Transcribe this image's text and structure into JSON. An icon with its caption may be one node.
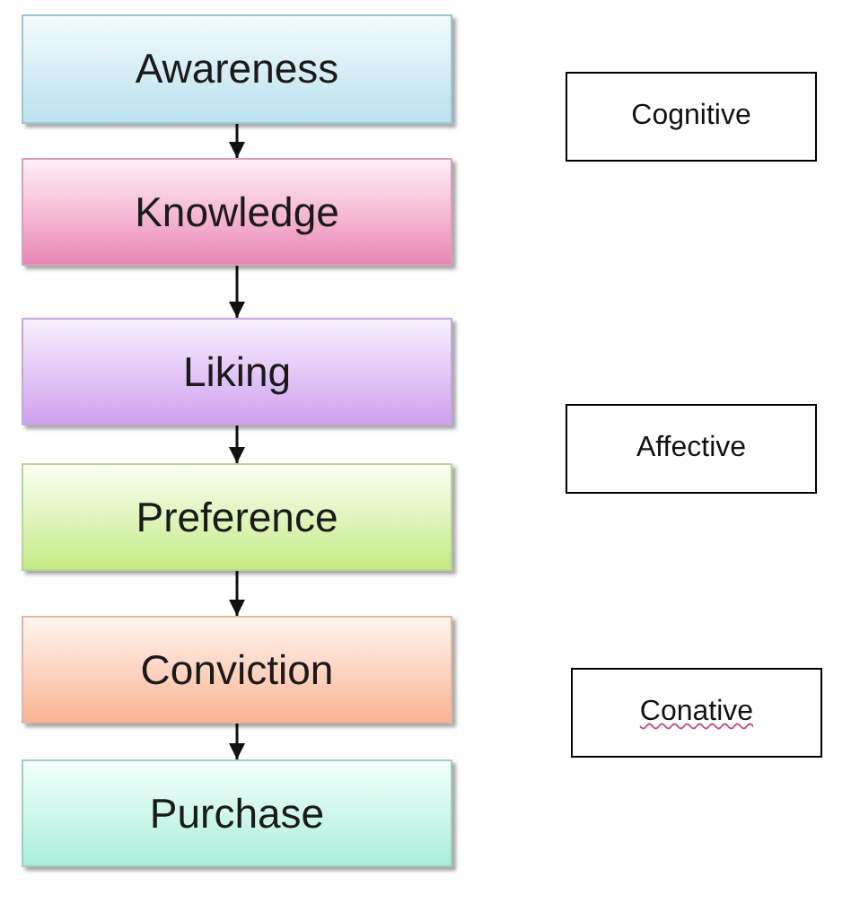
{
  "diagram": {
    "nodes": [
      {
        "text": [
          "Awareness"
        ]
      },
      {
        "text": [
          "Knowledge"
        ]
      },
      {
        "text": [
          "Liking"
        ]
      },
      {
        "text": [
          "Preference"
        ]
      },
      {
        "text": [
          "Conviction"
        ]
      },
      {
        "text": [
          "Purchase"
        ]
      },
      {
        "text": [
          "Cognitive"
        ]
      },
      {
        "text": [
          "Affective"
        ]
      },
      {
        "text": [
          "Conative"
        ]
      }
    ],
    "edges": [
      {
        "from": 0,
        "to": 1,
        "arrow": "to"
      },
      {
        "from": 1,
        "to": 2,
        "arrow": "to"
      },
      {
        "from": 2,
        "to": 3,
        "arrow": "to"
      },
      {
        "from": 3,
        "to": 4,
        "arrow": "to"
      },
      {
        "from": 4,
        "to": 5,
        "arrow": "to"
      }
    ]
  }
}
